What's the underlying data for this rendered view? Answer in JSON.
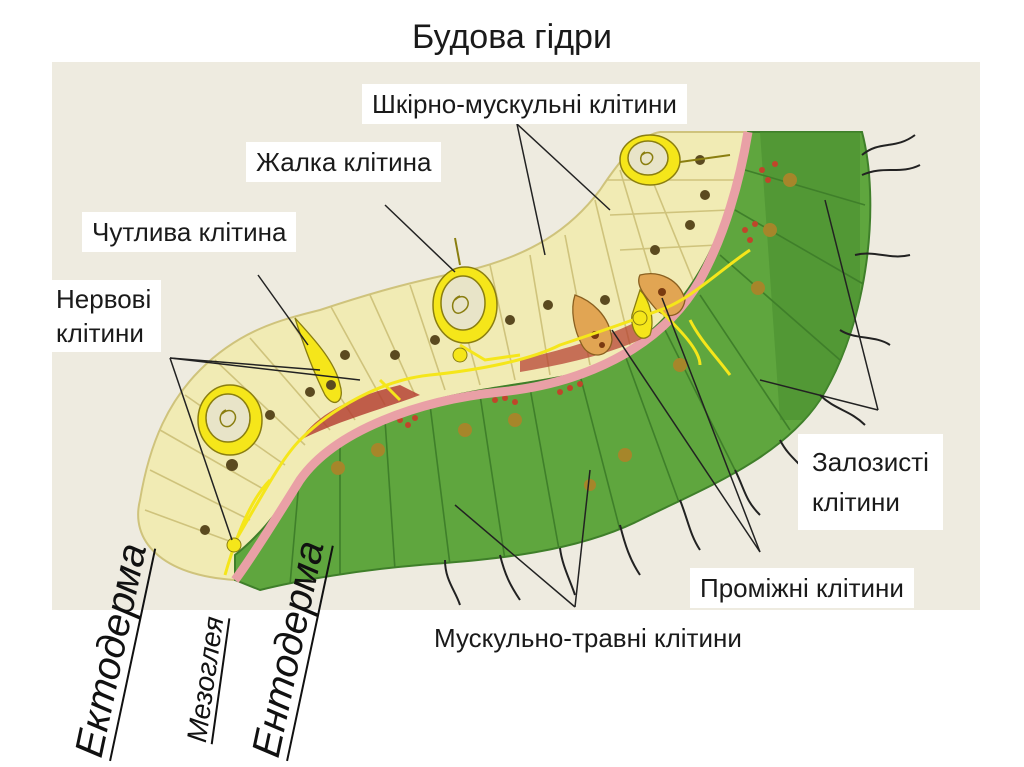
{
  "title": "Будова гідри",
  "labels": {
    "skin_muscle": "Шкірно-мускульні клітини",
    "stinging": "Жалка клітина",
    "sensory": "Чутлива клітина",
    "nerve_line1": "Нервові",
    "nerve_line2": "клітини",
    "glandular_line1": "Залозисті",
    "glandular_line2": "клітини",
    "interstitial": "Проміжні клітини",
    "digestive": "Мускульно-травні клітини"
  },
  "layers": {
    "ectoderm": "Ектодерма",
    "mesoglea": "Мезоглея",
    "endoderm": "Ентодерма"
  },
  "colors": {
    "ectoderm": "#f1ebb4",
    "ectoderm_edge": "#d8cf88",
    "mesoglea": "#e9a0a6",
    "endoderm": "#5fa63e",
    "endoderm_dark": "#3f7f2a",
    "nerve": "#f5e61a",
    "nucleus": "#5b4a20",
    "background": "#eeebe0"
  }
}
